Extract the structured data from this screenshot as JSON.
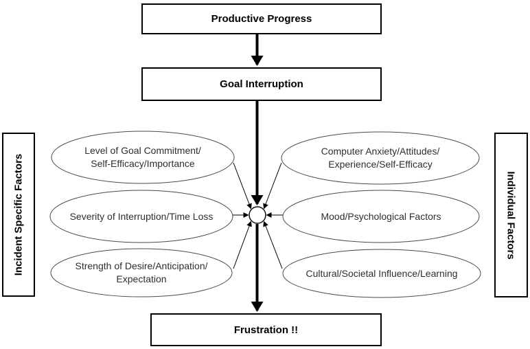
{
  "diagram": {
    "flow_nodes": [
      {
        "id": "productive-progress",
        "label": "Productive Progress"
      },
      {
        "id": "goal-interruption",
        "label": "Goal Interruption"
      },
      {
        "id": "frustration",
        "label": "Frustration !!"
      }
    ],
    "side_labels": {
      "left": "Incident Specific Factors",
      "right": "Individual Factors"
    },
    "left_factors": [
      {
        "lines": [
          "Level of Goal Commitment/",
          "Self-Efficacy/Importance"
        ]
      },
      {
        "lines": [
          "Severity of Interruption/Time Loss"
        ]
      },
      {
        "lines": [
          "Strength of Desire/Anticipation/",
          "Expectation"
        ]
      }
    ],
    "right_factors": [
      {
        "lines": [
          "Computer Anxiety/Attitudes/",
          "Experience/Self-Efficacy"
        ]
      },
      {
        "lines": [
          "Mood/Psychological Factors"
        ]
      },
      {
        "lines": [
          "Cultural/Societal Influence/Learning"
        ]
      }
    ],
    "colors": {
      "ink": "#000000",
      "background": "#ffffff",
      "ellipse_stroke": "#4a4a4a"
    }
  }
}
